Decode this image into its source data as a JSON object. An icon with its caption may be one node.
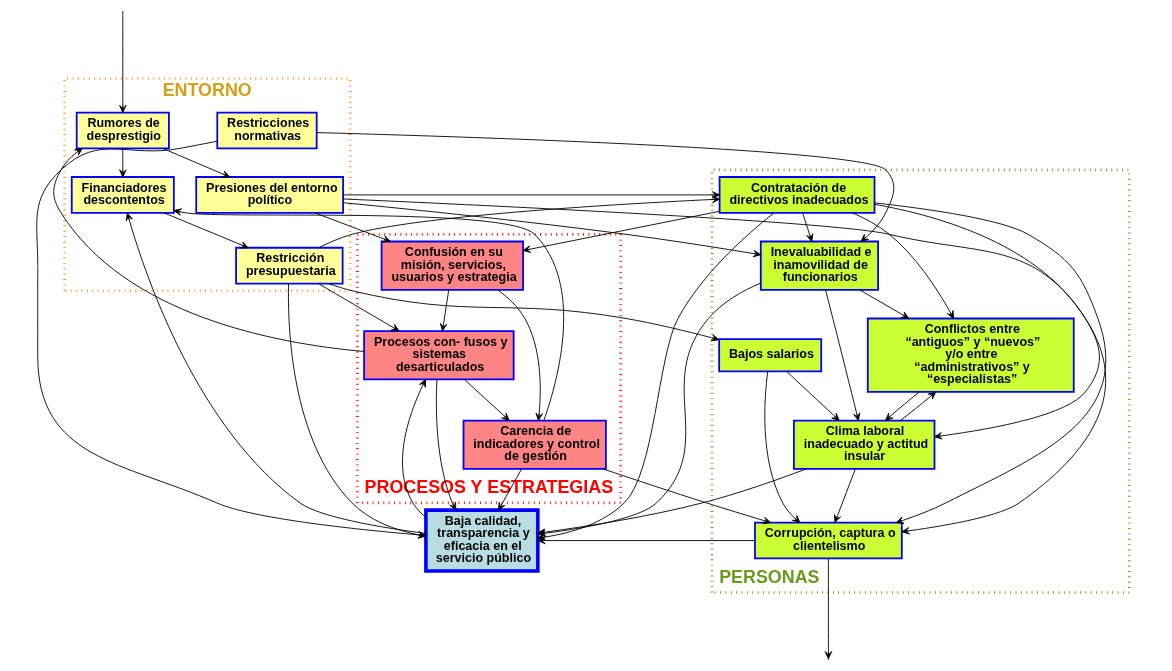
{
  "diagram": {
    "nodes": [
      {
        "text": [
          "ENTORNO"
        ]
      },
      {
        "text": [
          "Presiones del entorno político"
        ],
        "in": 0
      },
      {
        "text": [
          "Restricciones normativas"
        ],
        "in": 0
      },
      {
        "text": [
          "Restricción presupuestaria"
        ],
        "in": 0
      },
      {
        "text": [
          "Financiadores descontentos"
        ],
        "in": 0
      },
      {
        "text": [
          "Rumores de desprestigio"
        ],
        "in": 0
      },
      {
        "text": [
          "PERSONAS"
        ]
      },
      {
        "text": [
          "Inevaluabilidad e inamovilidad de funcionarios"
        ],
        "in": 6
      },
      {
        "text": [
          "Contratación de directivos inadecuados"
        ],
        "in": 6
      },
      {
        "text": [
          "Baja calidad, transparencia y eficacia en el servicio público"
        ]
      },
      {
        "text": [
          "PROCESOS Y ESTRATEGIAS"
        ]
      },
      {
        "text": [
          "Carencia de indicadores y control de gestión"
        ],
        "in": 10
      },
      {
        "text": [
          "Procesos con- fusos y sistemas desarticulados"
        ],
        "in": 10
      },
      {
        "text": [
          "Conflictos entre “antiguos” y “nuevos” y/o entre “administrativos” y “especialistas”"
        ],
        "in": 6
      },
      {
        "text": [
          "Clima laboral inadecuado y actitud insular"
        ],
        "in": 6
      },
      {
        "text": [
          "Bajos salarios"
        ],
        "in": 6
      },
      {
        "text": [
          "Confusión en su misión, servicios, usuarios y estrategia"
        ],
        "in": 10
      },
      {
        "text": [
          "Corrupción, captura o clientelismo"
        ],
        "in": 6
      }
    ],
    "edges": [
      {
        "from": 5,
        "to": 1,
        "arrow": "to"
      },
      {
        "from": null,
        "to": 5,
        "arrow": "to"
      },
      {
        "from": 5,
        "to": 4,
        "arrow": "to"
      },
      {
        "from": 4,
        "to": 3,
        "arrow": "to"
      },
      {
        "from": 1,
        "to": 16,
        "arrow": "to"
      },
      {
        "from": 1,
        "to": 17,
        "arrow": "to"
      },
      {
        "from": 1,
        "to": 7,
        "arrow": "to"
      },
      {
        "from": 1,
        "to": 8,
        "arrow": "to"
      },
      {
        "from": 2,
        "to": 7,
        "arrow": "to"
      },
      {
        "from": 2,
        "to": 9,
        "arrow": "to"
      },
      {
        "from": 3,
        "to": 8,
        "arrow": "to"
      },
      {
        "from": 3,
        "to": 9,
        "arrow": "to"
      },
      {
        "from": 3,
        "to": 12,
        "arrow": "to"
      },
      {
        "from": 3,
        "to": 15,
        "arrow": "to"
      },
      {
        "from": 9,
        "to": 4,
        "arrow": "to"
      },
      {
        "from": 7,
        "to": 9,
        "arrow": "to"
      },
      {
        "from": 8,
        "to": 7,
        "arrow": "to"
      },
      {
        "from": 8,
        "to": 9,
        "arrow": "to"
      },
      {
        "from": 9,
        "to": 12,
        "arrow": "to"
      },
      {
        "from": 11,
        "to": 9,
        "arrow": "to"
      },
      {
        "from": 11,
        "to": 4,
        "arrow": "to"
      },
      {
        "from": 12,
        "to": 11,
        "arrow": "to"
      },
      {
        "from": 12,
        "to": 5,
        "arrow": "to"
      },
      {
        "from": 7,
        "to": 13,
        "arrow": "to"
      },
      {
        "from": 7,
        "to": 14,
        "arrow": "to"
      },
      {
        "from": 8,
        "to": 13,
        "arrow": "to"
      },
      {
        "from": 8,
        "to": 14,
        "arrow": "to"
      },
      {
        "from": 8,
        "to": 16,
        "arrow": "to"
      },
      {
        "from": 8,
        "to": 17,
        "arrow": "to"
      },
      {
        "from": 13,
        "to": 14,
        "arrow": "to"
      },
      {
        "from": 14,
        "to": 13,
        "arrow": "to"
      },
      {
        "from": 14,
        "to": 9,
        "arrow": "to"
      },
      {
        "from": 14,
        "to": 17,
        "arrow": "to"
      },
      {
        "from": 15,
        "to": 14,
        "arrow": "to"
      },
      {
        "from": 15,
        "to": 17,
        "arrow": "to"
      },
      {
        "from": 17,
        "to": 9,
        "arrow": "to"
      },
      {
        "from": 17,
        "to": null,
        "arrow": "to"
      },
      {
        "from": 11,
        "to": 17,
        "arrow": "to"
      },
      {
        "from": 16,
        "to": 11,
        "arrow": "to"
      },
      {
        "from": 16,
        "to": 12,
        "arrow": "to"
      },
      {
        "from": 12,
        "to": 9,
        "arrow": "to"
      }
    ]
  }
}
